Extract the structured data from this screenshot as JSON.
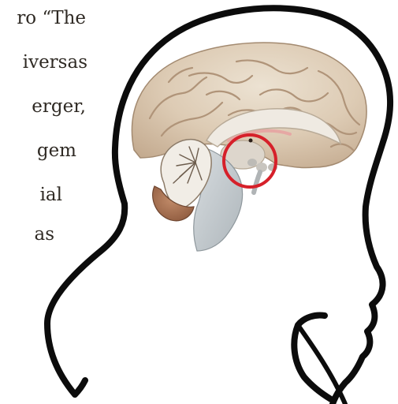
{
  "text_fragment": {
    "lines": [
      "ro  “The",
      "iversas",
      "erger,",
      "gem",
      "ial",
      "as"
    ]
  },
  "figure": {
    "subject": "human brain sagittal section inside head silhouette",
    "highlight_color": "#d6202a",
    "outline_color": "#0c0c0c"
  }
}
